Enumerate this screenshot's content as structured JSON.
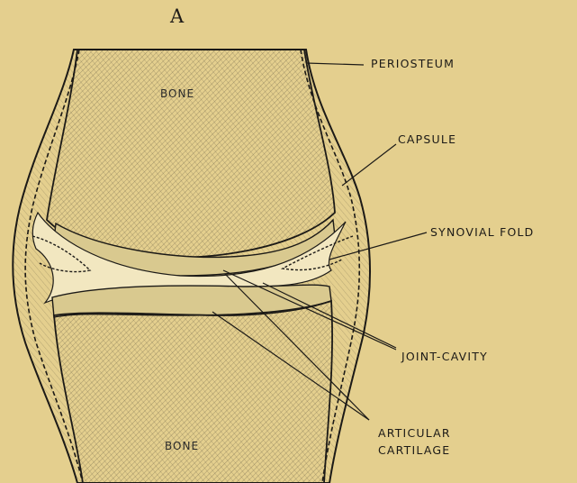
{
  "figure_label": "A",
  "labels": {
    "periosteum": "PERIOSTEUM",
    "capsule": "CAPSULE",
    "synovial_fold": "SYNOVIAL FOLD",
    "joint_cavity": "JOINT-CAVITY",
    "articular_cartilage_line1": "ARTICULAR",
    "articular_cartilage_line2": "CARTILAGE",
    "bone_upper": "BONE",
    "bone_lower": "BONE"
  },
  "colors": {
    "paper": "#e4cf8e",
    "ink": "#1c1a17",
    "bone_fill": "#cfbd84",
    "cavity": "#f2e7c0"
  }
}
